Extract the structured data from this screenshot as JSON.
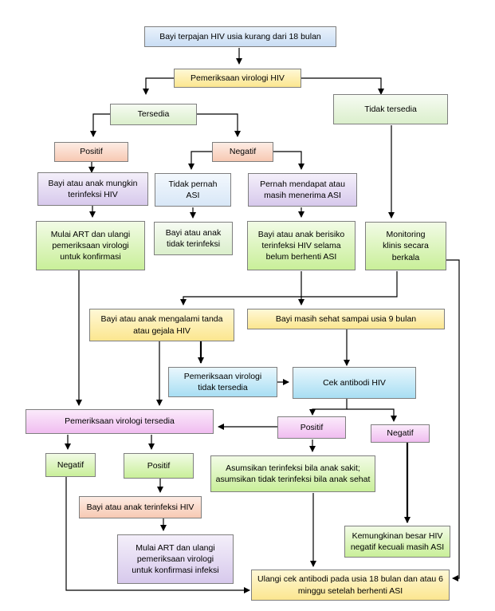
{
  "nodes": {
    "n1": "Bayi terpajan HIV usia kurang dari 18 bulan",
    "n2": "Pemeriksaan virologi HIV",
    "n3": "Tersedia",
    "n4": "Tidak tersedia",
    "n5": "Positif",
    "n6": "Negatif",
    "n7": "Bayi atau anak mungkin\nterinfeksi HIV",
    "n8": "Tidak pernah\nASI",
    "n9": "Pernah mendapat atau\nmasih menerima ASI",
    "n10": "Mulai ART dan ulangi\npemeriksaan virologi\nuntuk konfirmasi",
    "n11": "Bayi atau anak\ntidak terinfeksi",
    "n12": "Bayi atau anak berisiko\nterinfeksi HIV selama\nbelum berhenti ASI",
    "n13": "Monitoring\nklinis secara\nberkala",
    "n14": "Bayi atau anak mengalami tanda\natau gejala HIV",
    "n15": "Bayi masih sehat sampai usia 9 bulan",
    "n16": "Pemeriksaan virologi\ntidak tersedia",
    "n17": "Cek antibodi HIV",
    "n18": "Pemeriksaan virologi tersedia",
    "n19": "Positif",
    "n20": "Negatif",
    "n21": "Negatif",
    "n22": "Positif",
    "n23": "Asumsikan terinfeksi bila anak sakit;\nasumsikan tidak terinfeksi bila anak sehat",
    "n24": "Bayi atau anak terinfeksi HIV",
    "n25": "Kemungkinan besar HIV\nnegatif kecuali masih ASI",
    "n26": "Mulai ART dan ulangi\npemeriksaan virologi\nuntuk konfirmasi infeksi",
    "n27": "Ulangi cek antibodi pada usia 18 bulan dan atau 6\nminggu setelah berhenti ASI"
  }
}
